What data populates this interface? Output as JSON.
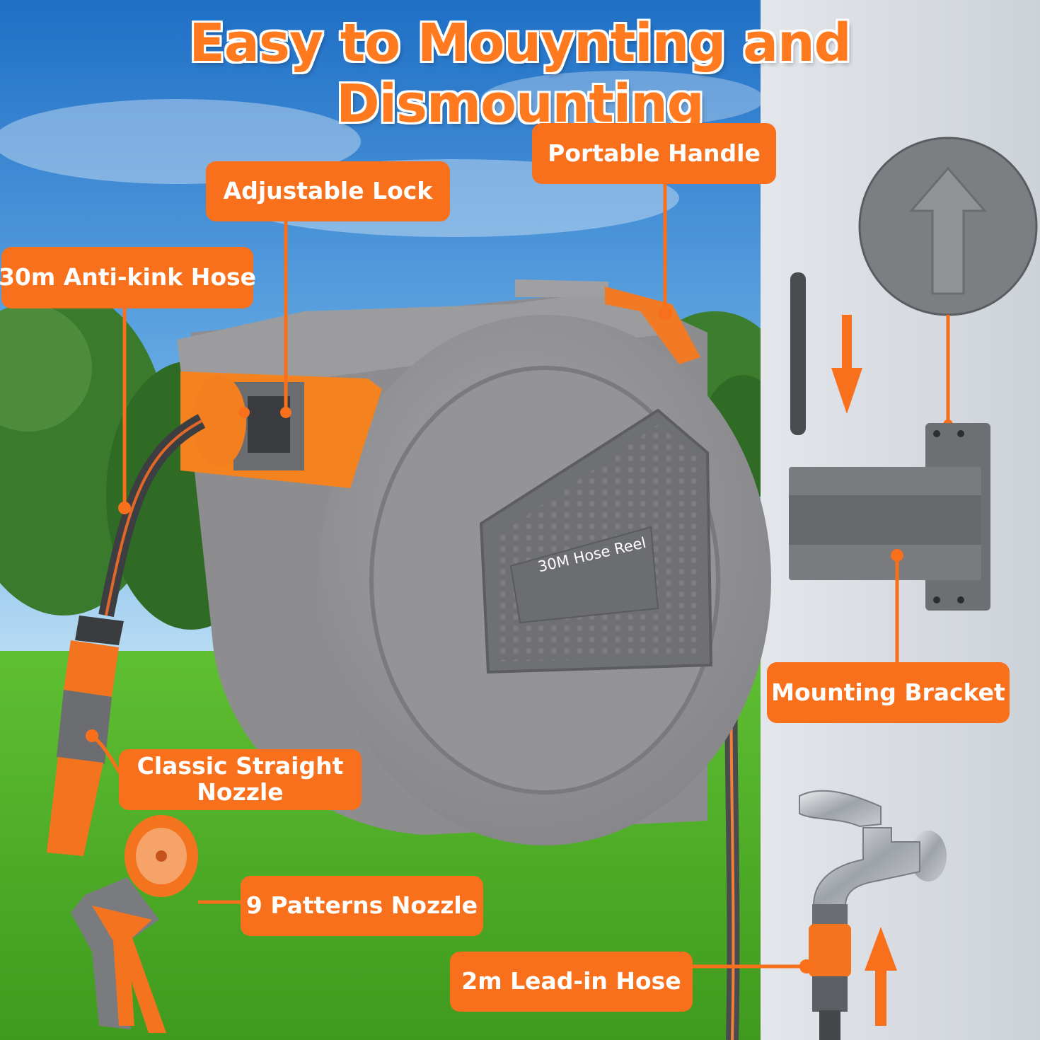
{
  "title": "Easy to Mouynting and Dismounting",
  "reel_label": "30M Hose Reel",
  "callouts": {
    "portable_handle": "Portable Handle",
    "adjustable_lock": "Adjustable Lock",
    "anti_kink_hose": "30m Anti-kink Hose",
    "mounting_bracket": "Mounting Bracket",
    "straight_nozzle": "Classic Straight Nozzle",
    "patterns_nozzle": "9 Patterns Nozzle",
    "lead_in_hose": "2m Lead-in Hose"
  },
  "colors": {
    "accent": "#f86f1c",
    "reel_body": "#8f8f92",
    "wall": "#d9dde3",
    "sky": "#3a86d4",
    "grass": "#4faa2a"
  },
  "icons": [
    "up-arrow-icon",
    "down-arrow-icon",
    "faucet-icon",
    "spray-gun-icon",
    "straight-nozzle-icon"
  ]
}
